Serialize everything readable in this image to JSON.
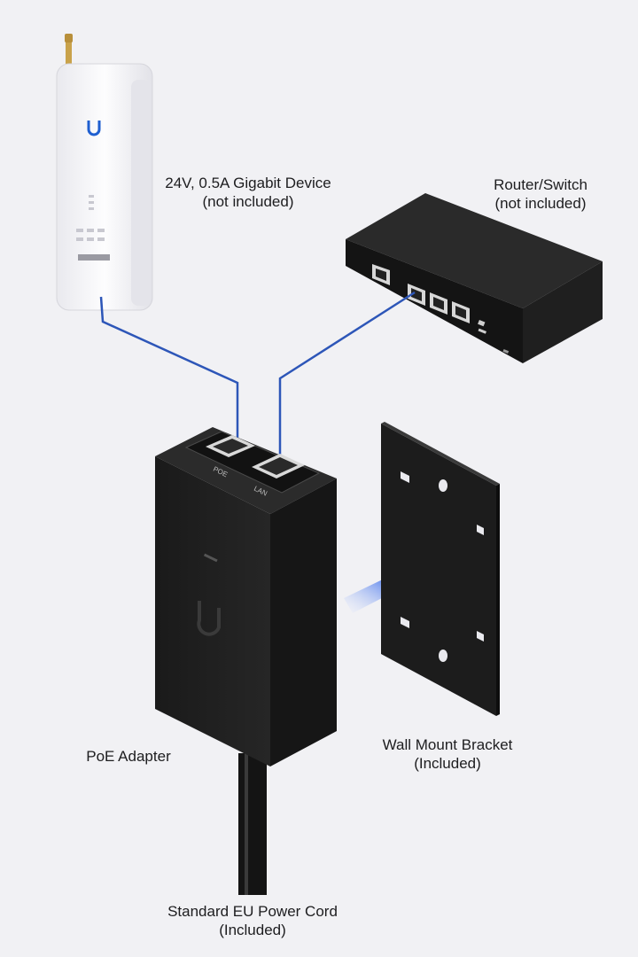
{
  "captions": {
    "device": {
      "line1": "24V, 0.5A Gigabit Device",
      "line2": "(not included)"
    },
    "router": {
      "line1": "Router/Switch",
      "line2": "(not included)"
    },
    "poe_adapter": {
      "line1": "PoE Adapter"
    },
    "bracket": {
      "line1": "Wall Mount Bracket",
      "line2": "(Included)"
    },
    "power_cord": {
      "line1": "Standard EU Power Cord",
      "line2": "(Included)"
    }
  },
  "port_labels": {
    "poe": "POE",
    "lan": "LAN"
  },
  "colors": {
    "background": "#f1f1f4",
    "cable": "#2d56b8",
    "arrow": "#3e6fe0",
    "adapter_body": "#1c1c1c",
    "device_body": "#f7f7f9",
    "antenna_gold": "#c9a24a"
  },
  "icons": [
    "ubiquiti-logo-icon",
    "rj45-port-icon",
    "arrow-right-icon"
  ]
}
